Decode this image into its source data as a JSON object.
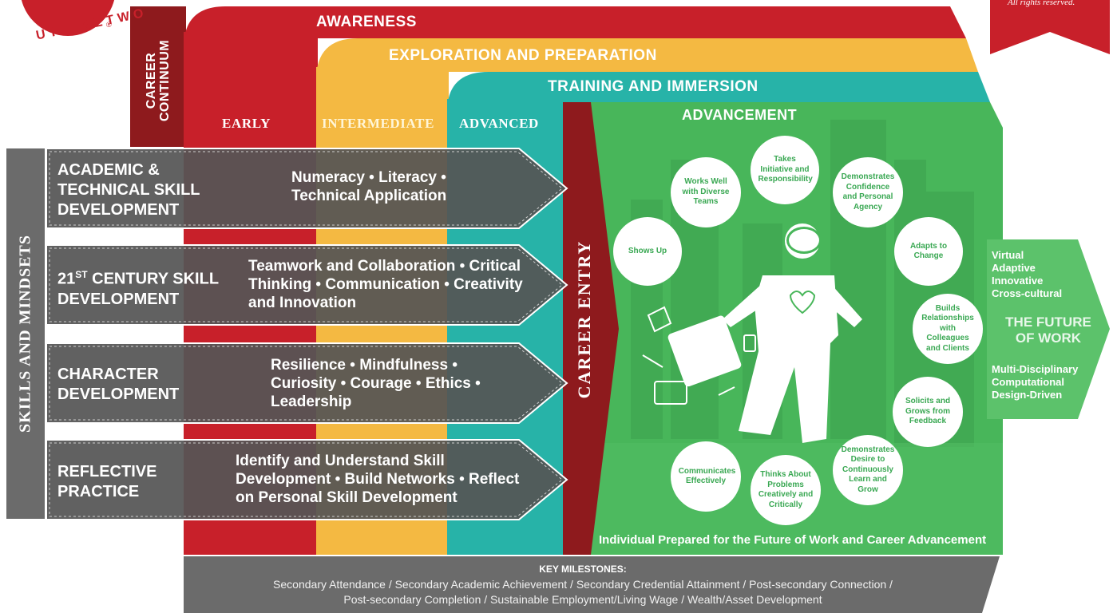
{
  "logo": {
    "ring_text": "UTH NETWO",
    "registered": "®"
  },
  "copyright": "All rights reserved.",
  "career_continuum": {
    "vertical_label": "CAREER CONTINUUM",
    "bands": {
      "awareness": "AWARENESS",
      "exploration": "EXPLORATION AND PREPARATION",
      "training": "TRAINING AND IMMERSION",
      "advancement": "ADVANCEMENT"
    },
    "stages": {
      "early": "EARLY",
      "intermediate": "INTERMEDIATE",
      "advanced": "ADVANCED"
    }
  },
  "skills_mindsets_label": "SKILLS AND MINDSETS",
  "skills": [
    {
      "title": "ACADEMIC & TECHNICAL SKILL DEVELOPMENT",
      "description": "Numeracy • Literacy • Technical Application"
    },
    {
      "title_main": "21",
      "title_sup": "ST",
      "title_rest": " CENTURY SKILL DEVELOPMENT",
      "description": "Teamwork and Collaboration • Critical Thinking • Communication • Creativity and Innovation"
    },
    {
      "title": "CHARACTER DEVELOPMENT",
      "description": "Resilience • Mindfulness • Curiosity • Courage • Ethics • Leadership"
    },
    {
      "title": "REFLECTIVE PRACTICE",
      "description": "Identify and Understand Skill Development • Build Networks • Reflect on Personal Skill Development"
    }
  ],
  "career_entry": "CAREER ENTRY",
  "traits": {
    "shows_up": "Shows Up",
    "works_well": "Works Well with Diverse Teams",
    "takes_initiative": "Takes Initiative and Responsibility",
    "demonstrates_confidence": "Demonstrates Confidence and Personal Agency",
    "adapts": "Adapts to Change",
    "builds_relationships": "Builds Relationships with Colleagues and Clients",
    "solicits_feedback": "Solicits and Grows from Feedback",
    "demonstrates_desire": "Demonstrates Desire to Continuously Learn and Grow",
    "thinks_creatively": "Thinks About Problems Creatively and Critically",
    "communicates": "Communicates Effectively"
  },
  "future_of_work": {
    "top_list": [
      "Virtual",
      "Adaptive",
      "Innovative",
      "Cross-cultural"
    ],
    "title": "THE FUTURE OF WORK",
    "bottom_list": [
      "Multi-Disciplinary",
      "Computational",
      "Design-Driven"
    ]
  },
  "outcome": "Individual Prepared for the Future of Work and Career Advancement",
  "milestones": {
    "heading": "KEY MILESTONES:",
    "line1": "Secondary Attendance / Secondary Academic Achievement / Secondary Credential Attainment / Post-secondary Connection /",
    "line2": "Post-secondary Completion / Sustainable Employment/Living Wage /  Wealth/Asset Development"
  },
  "colors": {
    "dark_red": "#8e1a1d",
    "red": "#c8202a",
    "yellow": "#f4b942",
    "teal": "#27b3a8",
    "green": "#48b65a",
    "grey": "#6b6b6b",
    "dark_grey": "#555555"
  }
}
